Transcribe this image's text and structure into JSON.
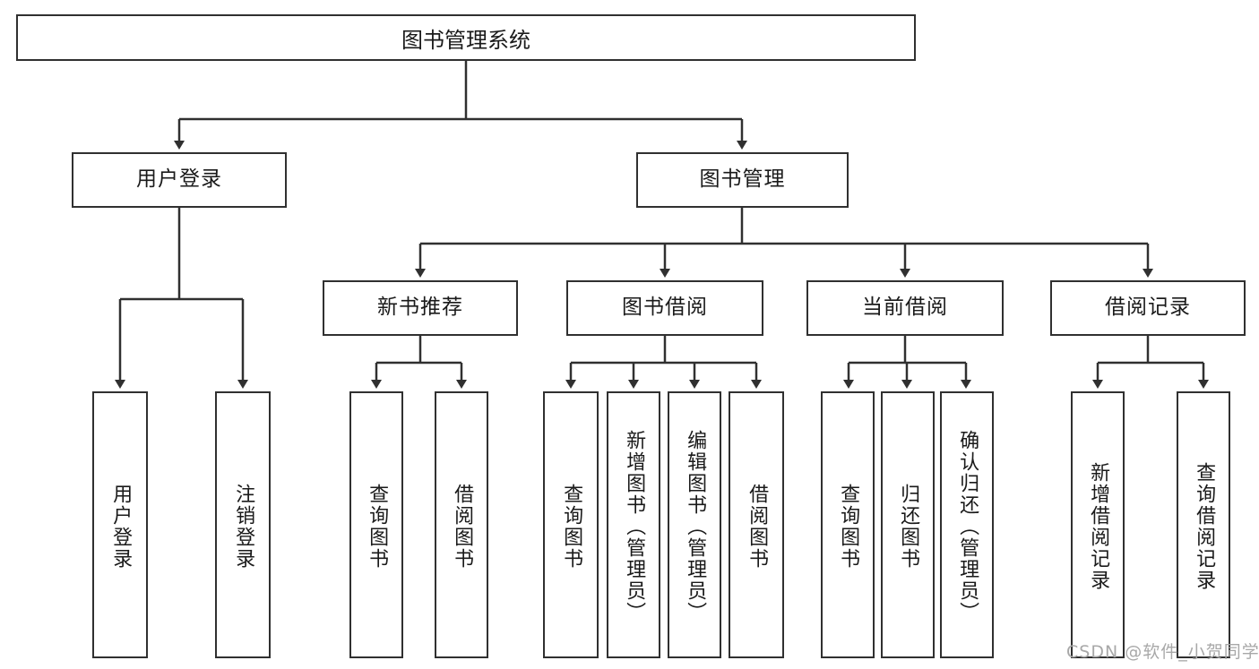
{
  "diagram": {
    "title": "图书管理系统",
    "type": "tree-hierarchy-chart",
    "colors": {
      "stroke": "#303030",
      "fill": "#ffffff",
      "text": "#1a1a1a",
      "watermark": "#a8a8a8"
    }
  },
  "root": {
    "label": "图书管理系统"
  },
  "level2": [
    {
      "label": "用户登录"
    },
    {
      "label": "图书管理"
    }
  ],
  "level3": [
    {
      "label": "新书推荐"
    },
    {
      "label": "图书借阅"
    },
    {
      "label": "当前借阅"
    },
    {
      "label": "借阅记录"
    }
  ],
  "leaves": {
    "user_login": [
      {
        "label": "用户登录"
      },
      {
        "label": "注销登录"
      }
    ],
    "new_book_recommend": [
      {
        "label": "查询图书"
      },
      {
        "label": "借阅图书"
      }
    ],
    "book_borrow": [
      {
        "label": "查询图书"
      },
      {
        "label": "新增图书（管理员）"
      },
      {
        "label": "编辑图书（管理员）"
      },
      {
        "label": "借阅图书"
      }
    ],
    "current_borrow": [
      {
        "label": "查询图书"
      },
      {
        "label": "归还图书"
      },
      {
        "label": "确认归还（管理员）"
      }
    ],
    "borrow_record": [
      {
        "label": "新增借阅记录"
      },
      {
        "label": "查询借阅记录"
      }
    ]
  },
  "watermark": {
    "text": "CSDN @软件_小贺同学"
  }
}
